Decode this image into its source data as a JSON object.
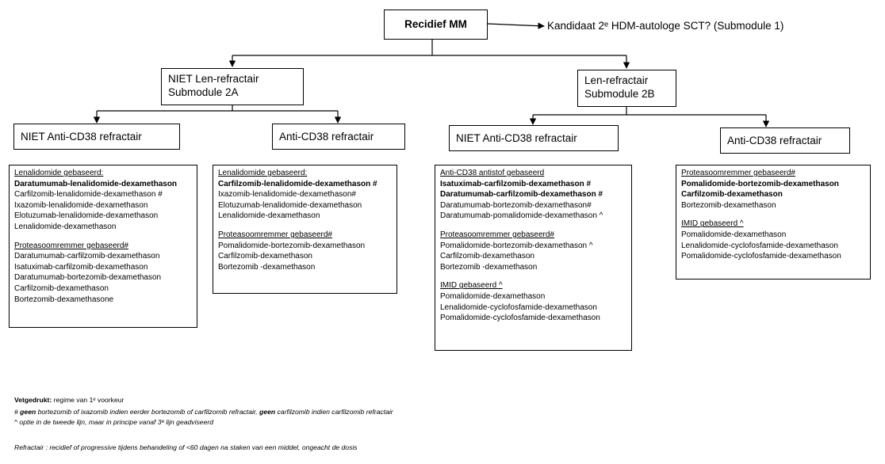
{
  "root": {
    "title": "Recidief MM",
    "side_text": "Kandidaat 2ᵉ HDM-autologe SCT? (Submodule 1)"
  },
  "branch_a": {
    "line1": "NIET Len-refractair",
    "line2": "Submodule 2A",
    "left": {
      "label": "NIET Anti-CD38 refractair",
      "groups": [
        {
          "header": "Lenalidomide gebaseerd:",
          "items": [
            {
              "text": "Daratumumab-lenalidomide-dexamethason",
              "bold": true
            },
            {
              "text": "Carfilzomib-lenalidomide-dexamethason #",
              "bold": false
            },
            {
              "text": "Ixazomib-lenalidomide-dexamethason",
              "bold": false
            },
            {
              "text": "Elotuzumab-lenalidomide-dexamethason",
              "bold": false
            },
            {
              "text": "Lenalidomide-dexamethason",
              "bold": false
            }
          ]
        },
        {
          "header": "Proteasoomremmer gebaseerd#",
          "items": [
            {
              "text": "Daratumumab-carfilzomib-dexamethason",
              "bold": false
            },
            {
              "text": "Isatuximab-carfilzomib-dexamethason",
              "bold": false
            },
            {
              "text": "Daratumumab-bortezomib-dexamethason",
              "bold": false
            },
            {
              "text": "Carfilzomib-dexamethason",
              "bold": false
            },
            {
              "text": "Bortezomib-dexamethasone",
              "bold": false
            }
          ]
        }
      ]
    },
    "right": {
      "label": "Anti-CD38 refractair",
      "groups": [
        {
          "header": "Lenalidomide gebaseerd:",
          "items": [
            {
              "text": "Carfilzomib-lenalidomide-dexamethason  #",
              "bold": true
            },
            {
              "text": "Ixazomib-lenalidomide-dexamethason#",
              "bold": false
            },
            {
              "text": "Elotuzumab-lenalidomide-dexamethason",
              "bold": false
            },
            {
              "text": "Lenalidomide-dexamethason",
              "bold": false
            }
          ]
        },
        {
          "header": "Proteasoomremmer gebaseerd#",
          "items": [
            {
              "text": "Pomalidomide-bortezomib-dexamethason",
              "bold": false
            },
            {
              "text": "Carfilzomib-dexamethason",
              "bold": false
            },
            {
              "text": "Bortezomib -dexamethason",
              "bold": false
            }
          ]
        }
      ]
    }
  },
  "branch_b": {
    "line1": "Len-refractair",
    "line2": "Submodule 2B",
    "left": {
      "label": "NIET Anti-CD38 refractair",
      "groups": [
        {
          "header": "Anti-CD38 antistof gebaseerd",
          "items": [
            {
              "text": "Isatuximab-carfilzomib-dexamethason  #",
              "bold": true
            },
            {
              "text": "Daratumumab-carfilzomib-dexamethason  #",
              "bold": true
            },
            {
              "text": "Daratumumab-bortezomib-dexamethason#",
              "bold": false
            },
            {
              "text": "Daratumumab-pomalidomide-dexamethason ^",
              "bold": false
            }
          ]
        },
        {
          "header": "Proteasoomremmer gebaseerd#",
          "items": [
            {
              "text": "Pomalidomide-bortezomib-dexamethason ^",
              "bold": false
            },
            {
              "text": "Carfilzomib-dexamethason",
              "bold": false
            },
            {
              "text": "Bortezomib -dexamethason",
              "bold": false
            }
          ]
        },
        {
          "header": "IMID gebaseerd ^",
          "items": [
            {
              "text": "Pomalidomide-dexamethason",
              "bold": false
            },
            {
              "text": "Lenalidomide-cyclofosfamide-dexamethason",
              "bold": false
            },
            {
              "text": "Pomalidomide-cyclofosfamide-dexamethason",
              "bold": false
            }
          ]
        }
      ]
    },
    "right": {
      "label": "Anti-CD38 refractair",
      "groups": [
        {
          "header": "Proteasoomremmer gebaseerd#",
          "items": [
            {
              "text": "Pomalidomide-bortezomib-dexamethason",
              "bold": true
            },
            {
              "text": "Carfilzomib-dexamethason",
              "bold": true
            },
            {
              "text": "Bortezomib-dexamethason",
              "bold": false
            }
          ]
        },
        {
          "header": "IMID gebaseerd ^",
          "items": [
            {
              "text": "Pomalidomide-dexamethason",
              "bold": false
            },
            {
              "text": "Lenalidomide-cyclofosfamide-dexamethason",
              "bold": false
            },
            {
              "text": "Pomalidomide-cyclofosfamide-dexamethason",
              "bold": false
            }
          ]
        }
      ]
    }
  },
  "legend": {
    "l1_bold": "Vetgedrukt:",
    "l1_rest": " regime van 1ᵉ voorkeur",
    "l2_a": "# ",
    "l2_b": "geen",
    "l2_c": " bortezomib of ixazomib indien eerder bortezomib of carfilzomib refractair, ",
    "l2_d": "geen",
    "l2_e": " carfilzomib indien carfilzomib refractair",
    "l3": "^  optie in de tweede lijn, maar in principe vanaf 3ᵉ lijn geadviseerd",
    "l4": "Refractair : recidief of progressive tijdens behandeling of <60 dagen na staken van een middel, ongeacht de dosis"
  }
}
